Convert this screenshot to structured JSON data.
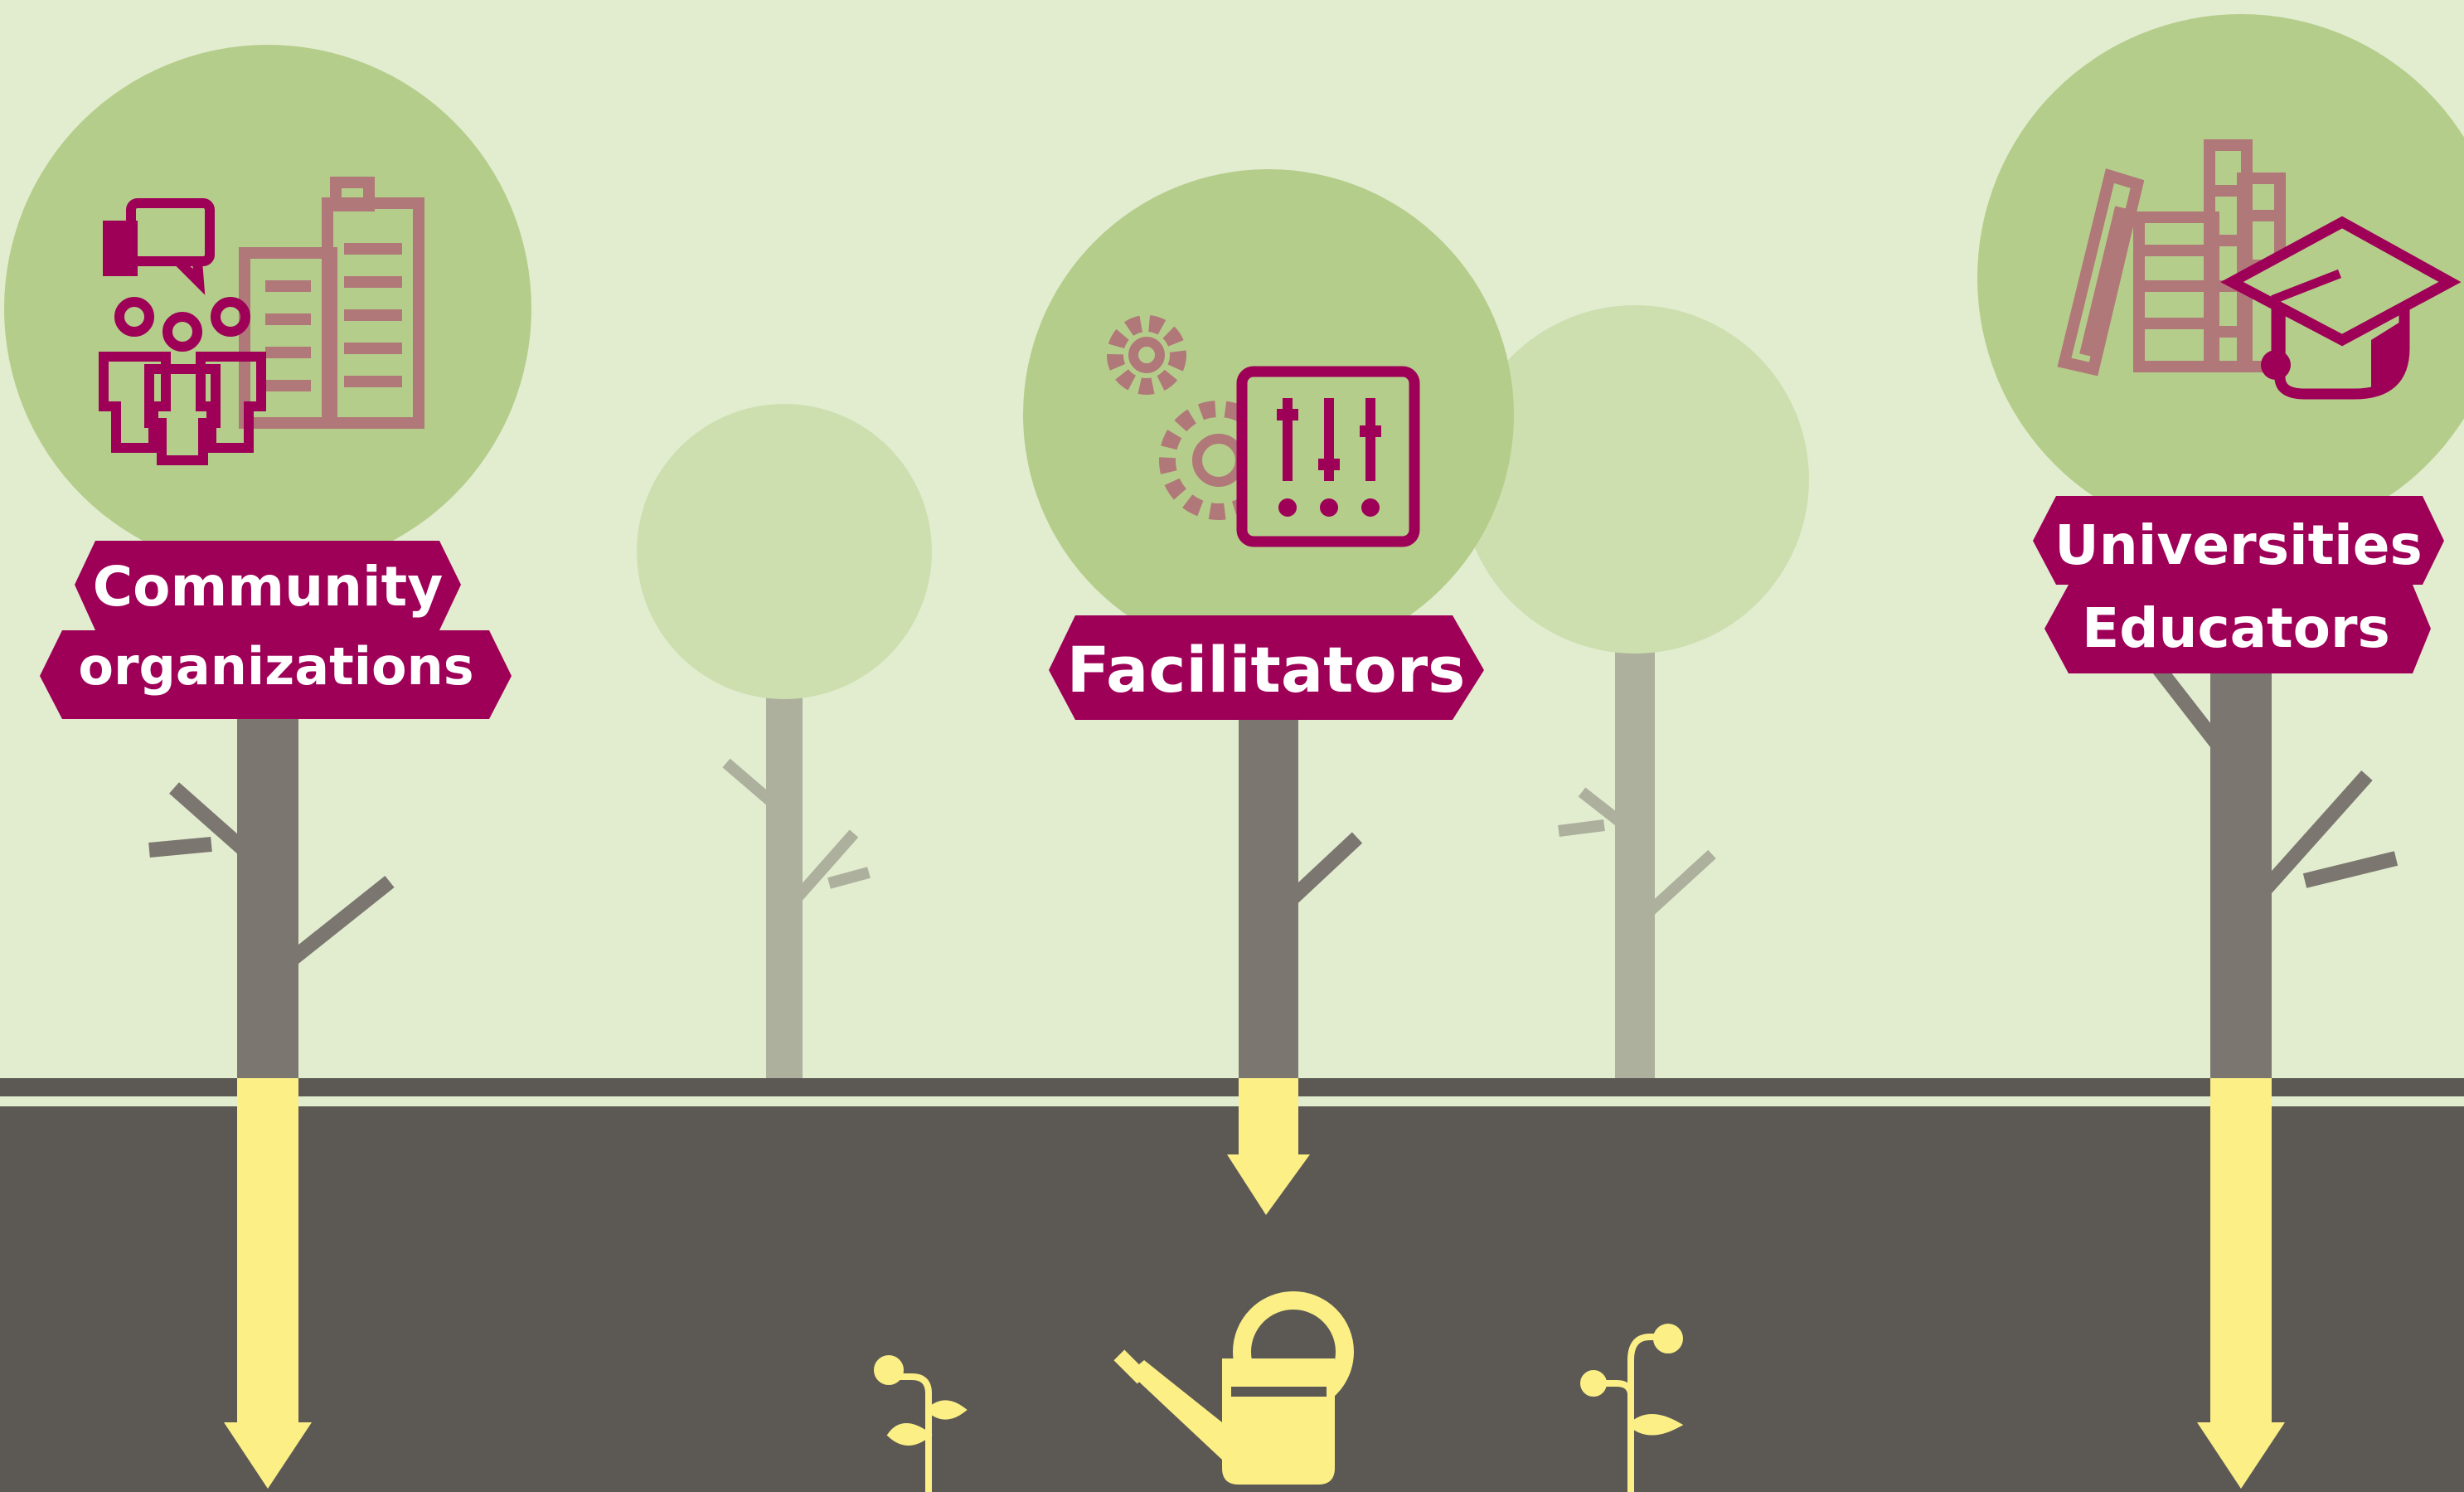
{
  "colors": {
    "sky": "#e2edd0",
    "ground": "#5c5955",
    "canopy_main": "#b5cd8b",
    "canopy_faded": "#cddfaf",
    "trunk_main": "#7b7770",
    "trunk_faded": "#acb09d",
    "label_bg": "#9e0057",
    "icon_magenta": "#9e0057",
    "icon_rose": "#b07878",
    "root_yellow": "#fbef86"
  },
  "labels": {
    "community_line1": "Community",
    "community_line2": "organizations",
    "facilitators": "Facilitators",
    "universities_line1": "Universities",
    "universities_line2": "Educators"
  },
  "icons": {
    "community": [
      "chat-bubbles-icon",
      "people-group-icon",
      "office-building-icon"
    ],
    "facilitators": [
      "gears-icon",
      "control-panel-sliders-icon"
    ],
    "universities": [
      "books-icon",
      "graduation-cap-icon"
    ],
    "ground": [
      "watering-can-icon",
      "sprout-icon"
    ]
  }
}
